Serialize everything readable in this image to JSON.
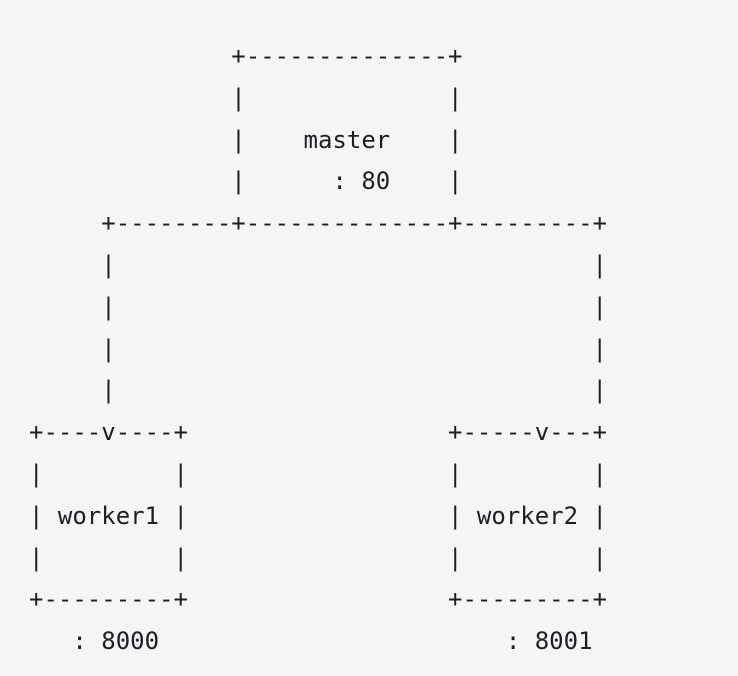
{
  "page": {
    "background_color": "#f5f5f6",
    "text_color": "#1b1f23"
  },
  "diagram": {
    "type": "ascii-architecture-diagram",
    "description": "master process listening on port 80 dispatching to two worker processes",
    "nodes": [
      {
        "name": "master",
        "port_label": ": 80"
      },
      {
        "name": "worker1",
        "port_label": ": 8000"
      },
      {
        "name": "worker2",
        "port_label": ": 8001"
      }
    ],
    "edges": [
      {
        "from": "master",
        "to": "worker1"
      },
      {
        "from": "master",
        "to": "worker2"
      }
    ],
    "ascii_lines": [
      "              +--------------+",
      "              |              |",
      "              |    master    |",
      "              |      : 80    |",
      "     +--------+--------------+---------+",
      "     |                                 |",
      "     |                                 |",
      "     |                                 |",
      "     |                                 |",
      "+----v----+                  +-----v---+",
      "|         |                  |         |",
      "| worker1 |                  | worker2 |",
      "|         |                  |         |",
      "+---------+                  +---------+",
      "   : 8000                        : 8001"
    ]
  }
}
